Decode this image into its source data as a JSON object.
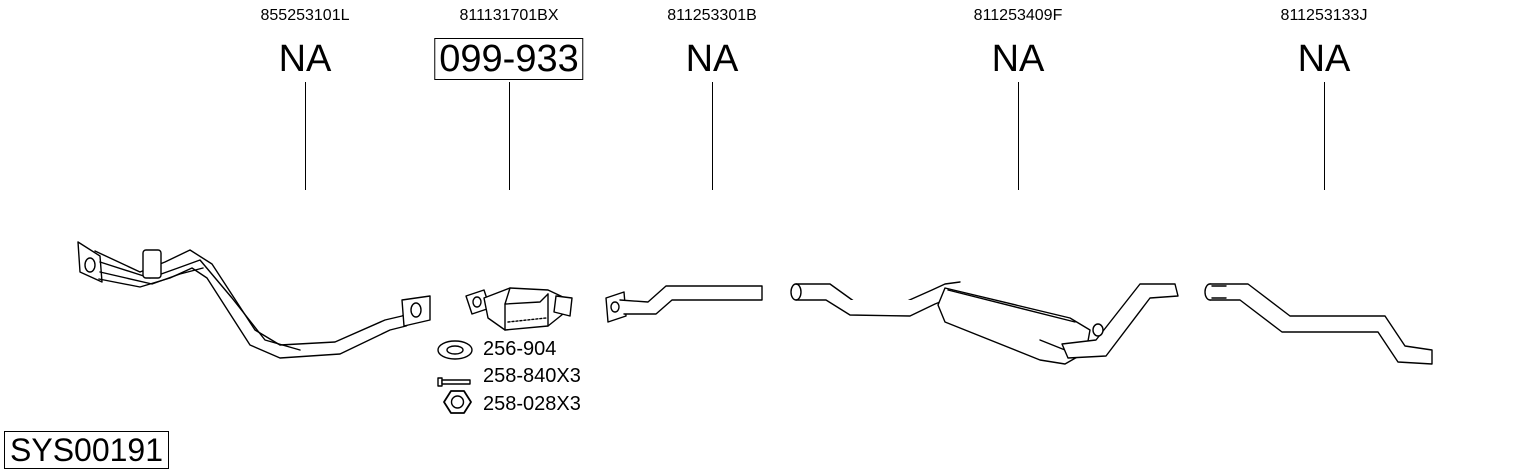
{
  "parts": [
    {
      "code": "855253101L",
      "ref": "NA",
      "boxed": false
    },
    {
      "code": "811131701BX",
      "ref": "099-933",
      "boxed": true
    },
    {
      "code": "811253301B",
      "ref": "NA",
      "boxed": false
    },
    {
      "code": "811253409F",
      "ref": "NA",
      "boxed": false
    },
    {
      "code": "811253133J",
      "ref": "NA",
      "boxed": false
    }
  ],
  "accessories": [
    {
      "label": "256-904",
      "icon": "gasket-ring-icon"
    },
    {
      "label": "258-840X3",
      "icon": "bolt-icon"
    },
    {
      "label": "258-028X3",
      "icon": "hex-nut-icon"
    }
  ],
  "system_id": "SYS00191"
}
